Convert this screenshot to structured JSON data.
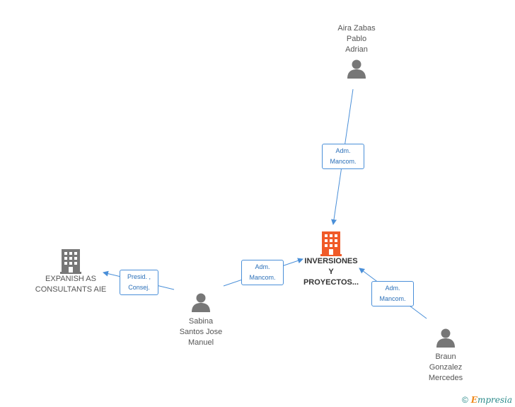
{
  "nodes": {
    "person_top": {
      "label": "Aira Zabas\nPablo\nAdrian"
    },
    "company_center": {
      "label": "INVERSIONES\nY\nPROYECTOS..."
    },
    "company_left": {
      "label": "EXPANISH AS\nCONSULTANTS AIE"
    },
    "person_middle": {
      "label": "Sabina\nSantos Jose\nManuel"
    },
    "person_bottom_right": {
      "label": "Braun\nGonzalez\nMercedes"
    }
  },
  "edges": {
    "top_to_center": {
      "label": "Adm.\nMancom."
    },
    "middle_to_center": {
      "label": "Adm.\nMancom."
    },
    "middle_to_left": {
      "label": "Presid. ,\nConsej."
    },
    "bottom_right_to_center": {
      "label": "Adm.\nMancom."
    }
  },
  "colors": {
    "edge": "#4a8fd8",
    "person_icon": "#777777",
    "company_main": "#f05a28",
    "company_other": "#777777"
  },
  "footer": {
    "copyright_symbol": "©",
    "brand_initial": "E",
    "brand_rest": "mpresia"
  }
}
